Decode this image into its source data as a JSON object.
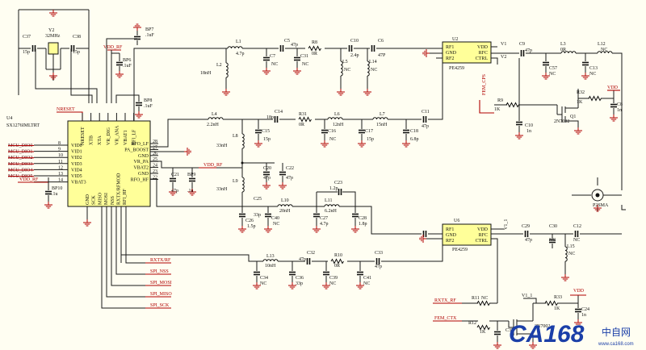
{
  "labels": {
    "u4_ref": "U4",
    "u4_part": "SX1276IMLTRT",
    "u2_ref": "U2",
    "u2_part": "PE4259",
    "u6_ref": "U6",
    "u6_part": "PE4259",
    "y2": "Y2",
    "y2_val": "32MHz",
    "c37": "C37",
    "c37_val": "15p",
    "c38": "C38",
    "c38_val": "15p",
    "vdd_rf": "VDD_RF",
    "bp6": "BP6",
    "bp6_val": ".1uF",
    "bp7": "BP7",
    "bp7_val": ".1uF",
    "bp8": "BP8",
    "bp8_val": ".1uF",
    "nreset": "NRESET",
    "bp10": "BP10",
    "bp10_val": ".1u",
    "c21": "C21",
    "c21_val": "47p",
    "bp9": "BP9",
    "bp9_val": ".1u",
    "l1": "L1",
    "l1_val": "4.7p",
    "l2": "L2",
    "l2_val": "18nH",
    "c5": "C5",
    "c5_val": "47p",
    "c7": "C7",
    "c7_val": "NC",
    "r8": "R8",
    "r8_val": "0R",
    "c31": "C31",
    "c31_val": "NC",
    "c10": "C10",
    "c10_val": "2.4p",
    "l5": "L5",
    "l5_val": "NC",
    "l14": "L14",
    "l14_val": "NC",
    "c6": "C6",
    "c6_val": "47P",
    "l4": "L4",
    "l4_val": "2.2nH",
    "c14": "C14",
    "c14_val": "18p",
    "r31": "R31",
    "r31_val": "0R",
    "c15": "C15",
    "c15_val": "15p",
    "c16": "C16",
    "c16_val": "NC",
    "l6": "L6",
    "l6_val": "12nH",
    "c17": "C17",
    "c17_val": "15p",
    "l7": "L7",
    "l7_val": "15nH",
    "c18": "C18",
    "c18_val": "6.8p",
    "c11": "C11",
    "c11_val": "47p",
    "l8": "L8",
    "l8_val": "33nH",
    "l9": "L9",
    "l9_val": "33nH",
    "c20": "C20",
    "c20_val": "47p",
    "c22": "C22",
    "c22_val": "47p",
    "c25": "C25",
    "c25_val": "33p",
    "c26": "C26",
    "c26_val": "1.5p",
    "l10": "L10",
    "l10_val": "20nH",
    "c40": "C40",
    "c40_val": "NC",
    "c23": "C23",
    "c23_val": "1.2p",
    "l11": "L11",
    "l11_val": "6.2nH",
    "c27": "C27",
    "c27_val": "4.7p",
    "c28": "C28",
    "c28_val": "1.8p",
    "l13": "L13",
    "l13_val": "10nH",
    "c32": "C32",
    "c32_val": "47p",
    "c34": "C34",
    "c34_val": "NC",
    "c36": "C36",
    "c36_val": "33p",
    "r10": "R10",
    "r10_val": "0R",
    "c39": "C39",
    "c39_val": "NC",
    "c33": "C33",
    "c33_val": "47p",
    "c41": "C41",
    "c41_val": "NC",
    "c9": "C9",
    "c9_val": "47p",
    "c57": "C57",
    "c57_val": "NC",
    "l3": "L3",
    "l3_val": "0R",
    "c13": "C13",
    "c13_val": "NC",
    "l12": "L12",
    "l12_val": "NC",
    "r9": "R9",
    "r9_val": "1K",
    "c10b": "C10",
    "c10b_val": "1n",
    "r32": "R32",
    "r32_val": "1K",
    "q1": "Q1",
    "q1_val": "2N7002",
    "c8": "C8",
    "c8_val": "1n",
    "vdd": "VDD",
    "v1": "V1",
    "v2": "V2",
    "p2": "P2SMA",
    "c29": "C29",
    "c29_val": "47p",
    "c30": "C30",
    "c30_val": "NC",
    "c12": "C12",
    "c12_val": "NC",
    "l15": "L15",
    "l15_val": "NC",
    "r11": "R11",
    "r11_val": "NC",
    "r12": "R12",
    "r12_val": "1K",
    "r33": "R33",
    "r33_val": "1K",
    "c24": "C24",
    "c24_val": "1n",
    "c35": "C35",
    "q2_val": "2N7002",
    "v1_1": "V1_1",
    "fem_cps": "FEM_CPS",
    "fem_ctx": "FEM_CTX",
    "rxtx_rf": "RXTX_RF",
    "rxtx_rf2": "RXTX/RF",
    "spi_nss": "SPI_NSS",
    "spi_mosi": "SPI_MOSI",
    "spi_miso": "SPI_MISO",
    "spi_sck": "SPI_SCK",
    "vdd_rf2": "VDD_RF",
    "vdd_rf3": "VDD_RF",
    "watermark_logo": "CA168",
    "watermark_text": "中自网",
    "watermark_url": "www.ca168.com"
  },
  "u4_pins_left": [
    {
      "net": "MCU_DIO0",
      "name": "VID0",
      "num": "8"
    },
    {
      "net": "MCU_DIO1",
      "name": "VID1",
      "num": "9"
    },
    {
      "net": "MCU_DIO2",
      "name": "VID2",
      "num": "10"
    },
    {
      "net": "MCU_DIO3",
      "name": "VID3",
      "num": "11"
    },
    {
      "net": "MCU_DIO4",
      "name": "VID4",
      "num": "12"
    },
    {
      "net": "MCU_DIO5",
      "name": "VID5",
      "num": "13"
    },
    {
      "net": "",
      "name": "VBAT3",
      "num": "14"
    }
  ],
  "u4_pins_right": [
    {
      "name": "RFO_LF",
      "num": "28"
    },
    {
      "name": "PA_BOOST",
      "num": "27"
    },
    {
      "name": "GND",
      "num": "26"
    },
    {
      "name": "VR_PA",
      "num": "25"
    },
    {
      "name": "VBAT2",
      "num": "24"
    },
    {
      "name": "GND",
      "num": "23"
    },
    {
      "name": "RFO_HF",
      "num": "22"
    }
  ],
  "u4_pins_top": [
    "NRESET",
    "XTB",
    "XTA",
    "VR_DIG",
    "VR_ANA",
    "VBAT1",
    "RFI_LF"
  ],
  "u4_pins_bottom": [
    "GND",
    "SCK",
    "MISO",
    "MOSI",
    "NSS",
    "RXTX/RFMOD",
    "RFI_HF"
  ],
  "pe_pins_left": [
    "RF1",
    "GND",
    "RF2"
  ],
  "pe_pins_right": [
    "VDD",
    "RFC",
    "CTRL"
  ],
  "colors": {
    "component_fill": "#ffff99",
    "ground": "#b00000",
    "background": "#fffef2"
  }
}
